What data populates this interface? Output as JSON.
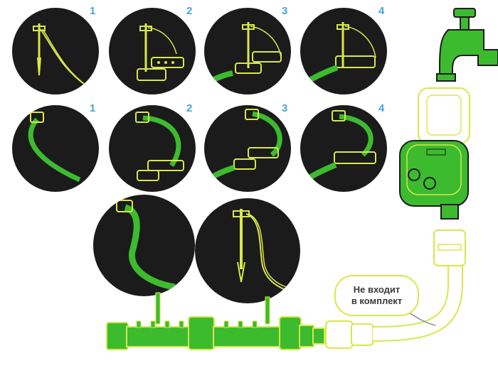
{
  "steps": {
    "row1": [
      "1",
      "2",
      "3",
      "4"
    ],
    "row2": [
      "1",
      "2",
      "3",
      "4"
    ]
  },
  "callout": {
    "line1": "Не входит",
    "line2": "в комплект"
  },
  "colors": {
    "circle_bg": "#1b1b1b",
    "hose_green": "#3dbb2f",
    "line_yellow": "#d7e84a",
    "step_number_blue": "#4aa3d8"
  }
}
